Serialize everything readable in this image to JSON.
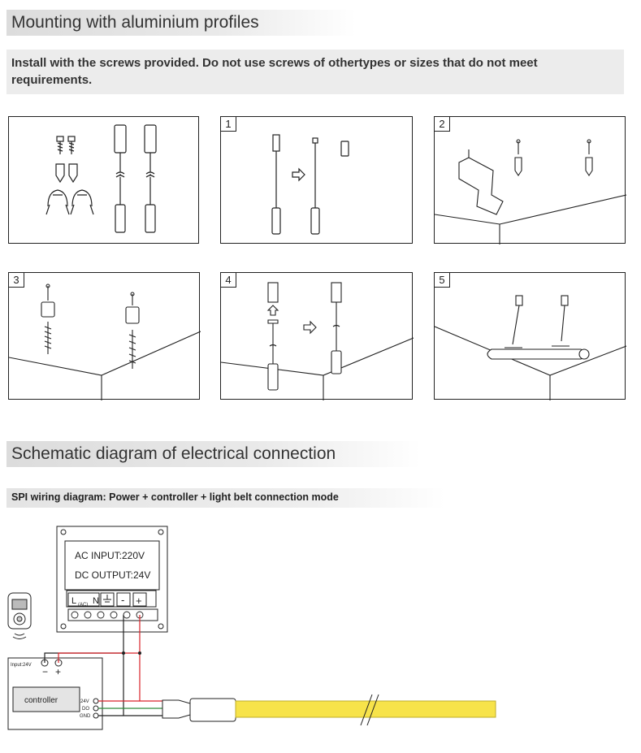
{
  "section1": {
    "title": "Mounting with aluminium profiles"
  },
  "note": "Install with the screws provided.  Do not use screws of othertypes or sizes that do not meet requirements.",
  "steps": [
    "1",
    "2",
    "3",
    "4",
    "5"
  ],
  "section2": {
    "title": "Schematic diagram of electrical connection"
  },
  "subtitle": "SPI wiring diagram: Power + controller + light belt connection mode",
  "psu": {
    "line1": "AC INPUT:220V",
    "line2": "DC OUTPUT:24V",
    "term_l": "L",
    "term_n": "N",
    "term_ac": "(AC)",
    "term_minus": "-",
    "term_plus": "+"
  },
  "controller": {
    "label": "controller",
    "input": "Input:24V",
    "minus": "−",
    "plus": "+",
    "pin_24v": "24V",
    "pin_do": "DO",
    "pin_gnd": "GND"
  },
  "colors": {
    "strip": "#f7e34a",
    "wire_red": "#d9232a",
    "wire_green": "#2e8b3a",
    "wire_black": "#222222"
  }
}
